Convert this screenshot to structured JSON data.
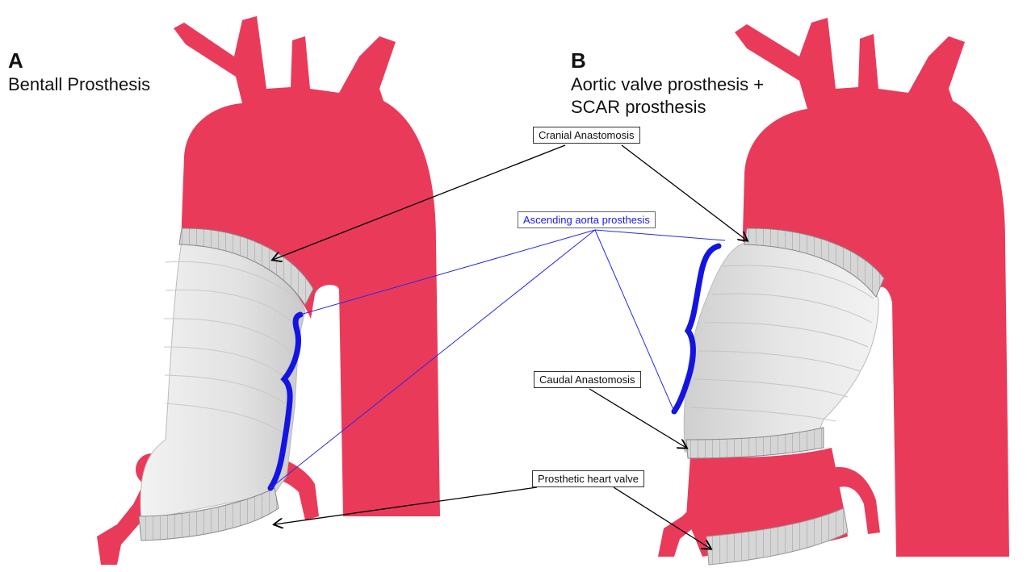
{
  "panels": [
    {
      "letter": "A",
      "title_lines": [
        "Bentall Prosthesis"
      ]
    },
    {
      "letter": "B",
      "title_lines": [
        "Aortic valve prosthesis +",
        "SCAR prosthesis"
      ]
    }
  ],
  "labels": {
    "cranial": "Cranial Anastomosis",
    "ascending": "Ascending aorta prosthesis",
    "caudal": "Caudal Anastomosis",
    "valve": "Prosthetic heart valve"
  },
  "colors": {
    "aorta": "#ea3a5a",
    "prosthesis": "#dcdcdc",
    "ring": "#c8c8c8",
    "bracket": "#1414e0",
    "blue_line": "#2828e6",
    "black_line": "#000000"
  }
}
